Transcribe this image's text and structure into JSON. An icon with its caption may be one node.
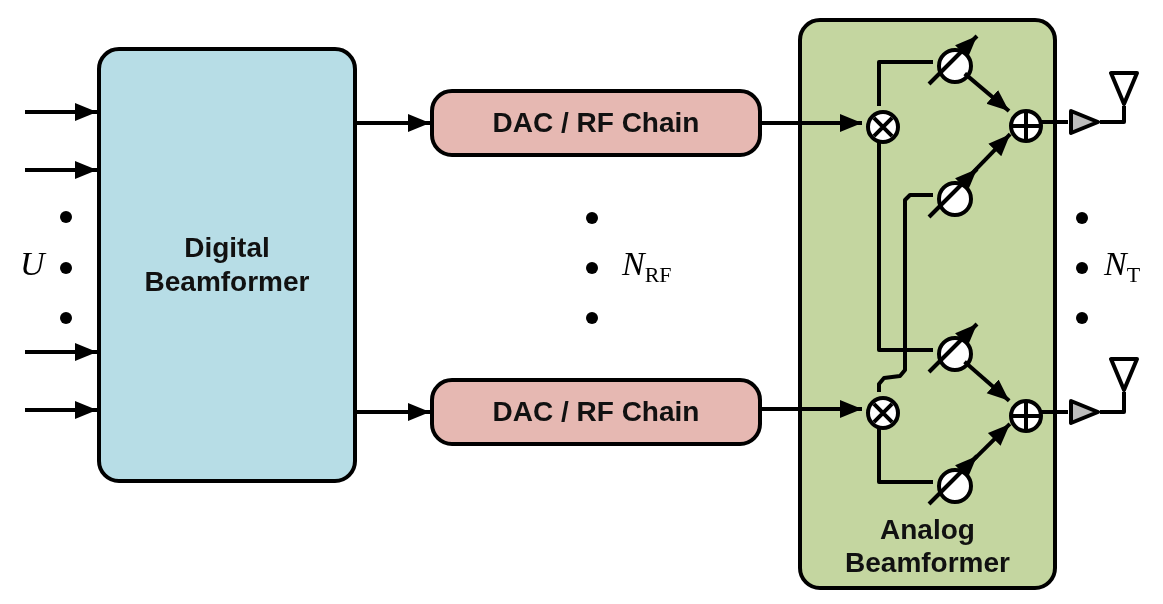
{
  "diagram": {
    "nodes": [
      {
        "text": [
          "Digital Beamformer"
        ]
      },
      {
        "text": [
          "DAC / RF Chain"
        ]
      },
      {
        "text": [
          "DAC / RF Chain"
        ]
      },
      {
        "text": [
          "Analog Beamformer"
        ]
      },
      {
        "text": [],
        "shape": "circle",
        "in": 3
      },
      {
        "text": [],
        "shape": "circle",
        "in": 3
      },
      {
        "text": [],
        "shape": "circle",
        "in": 3
      },
      {
        "text": [],
        "shape": "circle",
        "in": 3
      },
      {
        "text": [],
        "shape": "circle",
        "in": 3
      },
      {
        "text": [],
        "shape": "circle",
        "in": 3
      },
      {
        "text": [],
        "shape": "circle",
        "in": 3
      },
      {
        "text": [],
        "shape": "circle",
        "in": 3
      },
      {
        "text": [],
        "shape": "triangle"
      },
      {
        "text": [],
        "shape": "antenna"
      },
      {
        "text": [],
        "shape": "triangle"
      },
      {
        "text": [],
        "shape": "antenna"
      }
    ],
    "edges": [
      {
        "from": null,
        "to": 0,
        "arrow": "to"
      },
      {
        "from": null,
        "to": 0,
        "arrow": "to"
      },
      {
        "from": null,
        "to": 0,
        "arrow": "to"
      },
      {
        "from": null,
        "to": 0,
        "arrow": "to"
      },
      {
        "from": 0,
        "to": 1,
        "arrow": "to"
      },
      {
        "from": 0,
        "to": 2,
        "arrow": "to"
      },
      {
        "from": 1,
        "to": 4,
        "arrow": "to"
      },
      {
        "from": 2,
        "to": 5,
        "arrow": "to"
      },
      {
        "from": 4,
        "to": 6,
        "arrow": "none"
      },
      {
        "from": 4,
        "to": 8,
        "arrow": "none"
      },
      {
        "from": 5,
        "to": 7,
        "arrow": "none"
      },
      {
        "from": 5,
        "to": 9,
        "arrow": "none"
      },
      {
        "from": 6,
        "to": 10,
        "arrow": "to"
      },
      {
        "from": 7,
        "to": 10,
        "arrow": "to"
      },
      {
        "from": 8,
        "to": 11,
        "arrow": "to"
      },
      {
        "from": 9,
        "to": 11,
        "arrow": "to"
      },
      {
        "from": 10,
        "to": 12,
        "arrow": "none"
      },
      {
        "from": 12,
        "to": 13,
        "arrow": "none"
      },
      {
        "from": 11,
        "to": 14,
        "arrow": "none"
      },
      {
        "from": 14,
        "to": 15,
        "arrow": "none"
      }
    ],
    "labels": [
      "U",
      "*N*$_{RF}$",
      "*N*$_{T}$"
    ]
  }
}
